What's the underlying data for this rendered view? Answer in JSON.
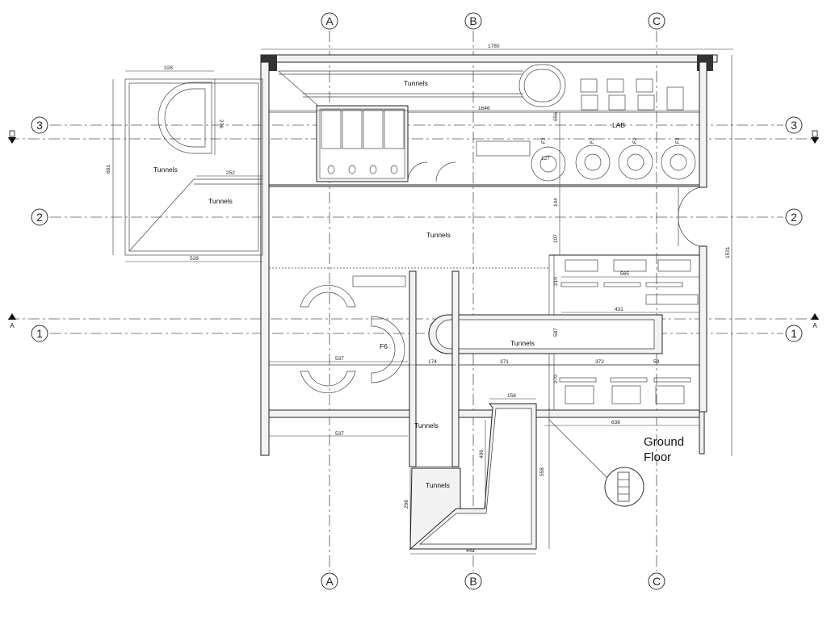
{
  "grid_axes": {
    "vertical": [
      "A",
      "B",
      "C"
    ],
    "horizontal": [
      "3",
      "2",
      "1"
    ]
  },
  "section_marks": {
    "left_a": "A",
    "right_a": "A"
  },
  "rooms": {
    "tunnels_top": "Tunnels",
    "tunnels_left_upper": "Tunnels",
    "tunnels_left_lower": "Tunnels",
    "tunnels_middle": "Tunnels",
    "tunnels_center_bar": "Tunnels",
    "tunnels_bottom_1": "Tunnels",
    "tunnels_bottom_2": "Tunnels",
    "lab": "LAB",
    "f6": "F6",
    "f2_a": "F2",
    "f2_b": "F2",
    "f2_c": "F2",
    "f2_d": "F2"
  },
  "floor_label": {
    "line1": "Ground",
    "line2": "Floor"
  },
  "dimensions": {
    "top_total": "1780",
    "top_inner": "1646",
    "left_width": "328",
    "left_height": "661",
    "left_arm": "252",
    "left_bottom": "528",
    "d_276": "276",
    "d_127": "127",
    "d_565": "565",
    "d_431": "431",
    "d_537_mid": "537",
    "d_537_bottom": "537",
    "d_174": "174",
    "d_371": "371",
    "d_372": "372",
    "d_59": "59",
    "d_158": "158",
    "d_638": "638",
    "d_406": "406",
    "d_558": "558",
    "d_298": "298",
    "d_442": "442",
    "d_1531": "1531",
    "d_656": "656",
    "d_144": "144",
    "d_107": "107",
    "d_210": "210",
    "d_587": "587",
    "d_270": "270"
  },
  "colors": {
    "ink": "#222222",
    "paper": "#ffffff",
    "wall_fill": "#f2f2f2"
  }
}
